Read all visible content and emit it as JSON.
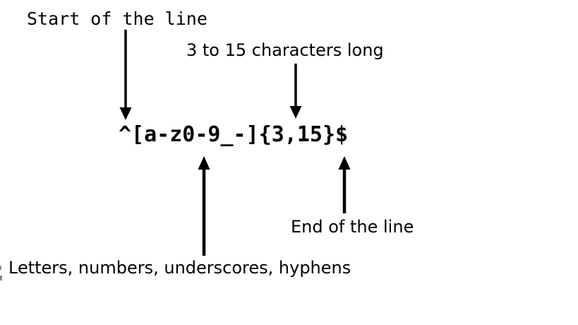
{
  "page": {
    "background": "#ffffff",
    "ink": "#000000"
  },
  "regex": {
    "pattern": "^[a-z0-9_-]{3,15}$"
  },
  "annotations": {
    "start_of_line": {
      "label": "Start of the line",
      "points_to": "^",
      "arrow_direction": "down"
    },
    "length": {
      "label": "3 to 15 characters long",
      "points_to": "{3,15}",
      "arrow_direction": "down"
    },
    "character_set": {
      "label": "Letters, numbers, underscores, hyphens",
      "points_to": "[a-z0-9_-]",
      "arrow_direction": "up"
    },
    "end_of_line": {
      "label": "End of the line",
      "points_to": "$",
      "arrow_direction": "up"
    }
  }
}
